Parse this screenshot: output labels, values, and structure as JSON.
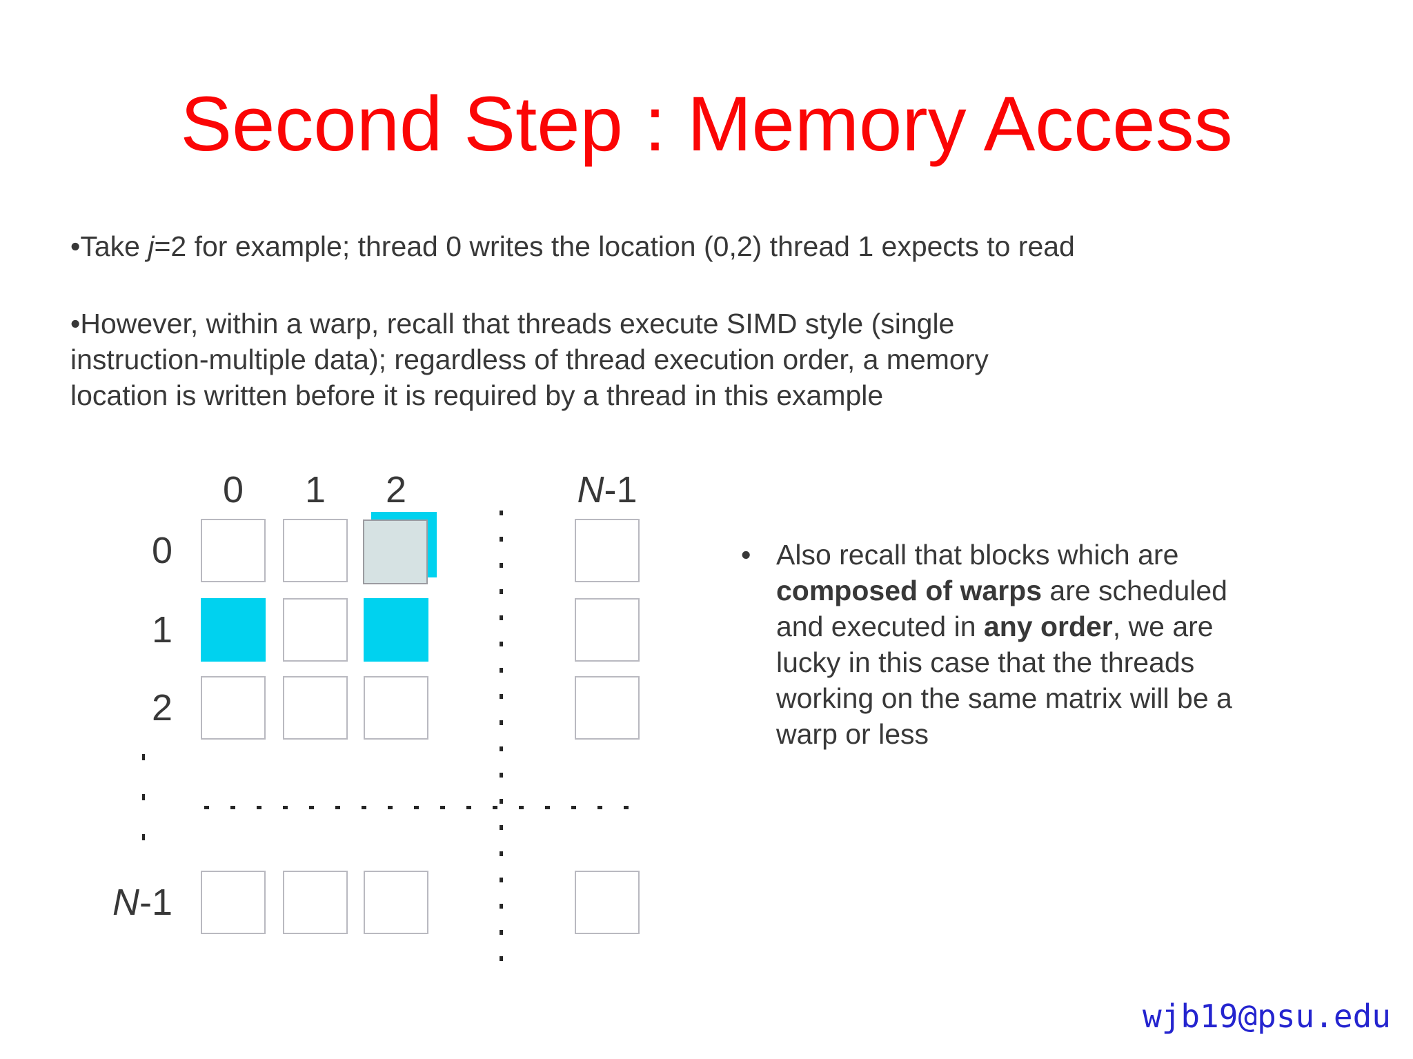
{
  "title": "Second Step : Memory Access",
  "bullets": {
    "take": {
      "segments": [
        {
          "t": "•Take "
        },
        {
          "t": "j",
          "i": true
        },
        {
          "t": "=2 for example; thread 0 writes the location (0,2) thread 1 expects to read"
        }
      ]
    },
    "however": {
      "lines": [
        "•However, within a warp, recall that threads execute SIMD style (single",
        "instruction-multiple data); regardless of thread execution order, a memory",
        "location is written before it is required by a thread in this example"
      ]
    }
  },
  "matrix": {
    "col_labels": [
      {
        "segs": [
          {
            "t": "0"
          }
        ]
      },
      {
        "segs": [
          {
            "t": "1"
          }
        ]
      },
      {
        "segs": [
          {
            "t": "2"
          }
        ]
      },
      {
        "segs": [
          {
            "t": "N",
            "i": true
          },
          {
            "t": "-1"
          }
        ]
      }
    ],
    "row_labels": [
      {
        "segs": [
          {
            "t": "0"
          }
        ]
      },
      {
        "segs": [
          {
            "t": "1"
          }
        ]
      },
      {
        "segs": [
          {
            "t": "2"
          }
        ]
      },
      {
        "segs": [
          {
            "t": "N",
            "i": true
          },
          {
            "t": "-1"
          }
        ]
      }
    ],
    "highlighted_cells": [
      [
        1,
        0
      ],
      [
        1,
        2
      ]
    ],
    "layered_cell": [
      0,
      2
    ]
  },
  "right_note": {
    "marker": "•",
    "lines": [
      [
        {
          "t": "Also recall that blocks which are"
        }
      ],
      [
        {
          "t": "composed of warps",
          "b": true
        },
        {
          "t": " are scheduled"
        }
      ],
      [
        {
          "t": "and executed in "
        },
        {
          "t": "any order",
          "b": true
        },
        {
          "t": ", we are"
        }
      ],
      [
        {
          "t": "lucky in this case that the threads"
        }
      ],
      [
        {
          "t": "working on the same matrix will be a"
        }
      ],
      [
        {
          "t": "warp or less"
        }
      ]
    ]
  },
  "footer": {
    "email": "wjb19@psu.edu"
  },
  "colors": {
    "title_red": "#fb0505",
    "body_text": "#383838",
    "cyan_highlight": "#00d2ef",
    "layered_front": "#d6e2e3",
    "cell_border": "#b9b9c0",
    "email_blue": "#2424cf"
  }
}
